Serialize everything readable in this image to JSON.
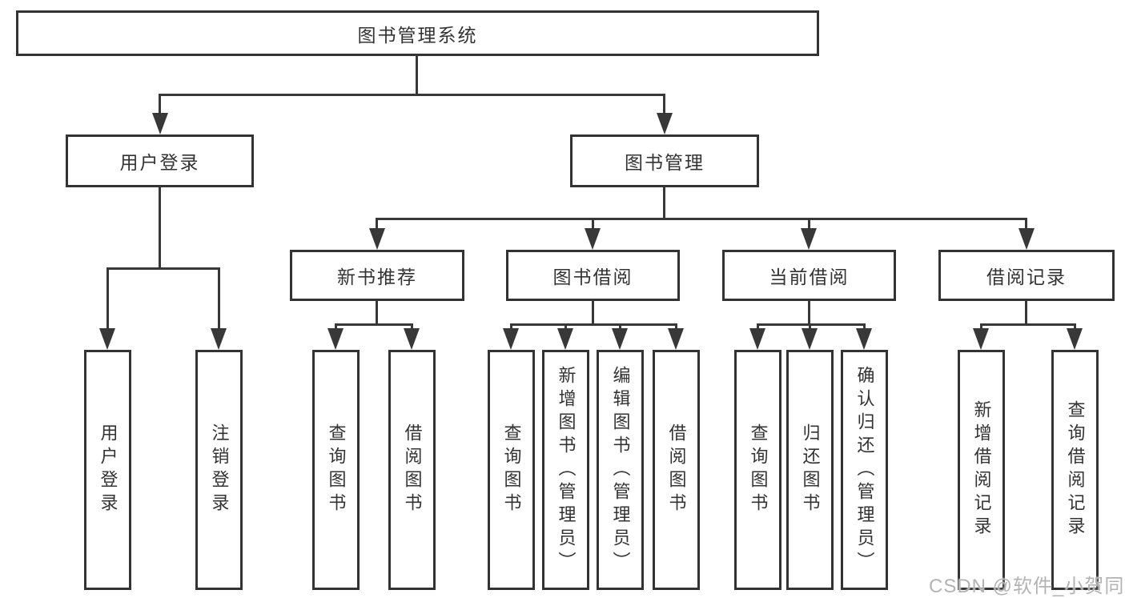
{
  "diagram": {
    "root": {
      "label": "图书管理系统"
    },
    "level2": [
      {
        "label": "用户登录",
        "leaves": [
          "用户登录",
          "注销登录"
        ]
      },
      {
        "label": "图书管理"
      }
    ],
    "level3": [
      {
        "label": "新书推荐",
        "leaves": [
          "查询图书",
          "借阅图书"
        ]
      },
      {
        "label": "图书借阅",
        "leaves": [
          "查询图书",
          "新增图书（管理员）",
          "编辑图书（管理员）",
          "借阅图书"
        ]
      },
      {
        "label": "当前借阅",
        "leaves": [
          "查询图书",
          "归还图书",
          "确认归还（管理员）"
        ]
      },
      {
        "label": "借阅记录",
        "leaves": [
          "新增借阅记录",
          "查询借阅记录"
        ]
      }
    ]
  },
  "watermark": {
    "text": "CSDN @软件_小贺同学",
    "color": "#b3b3b3"
  },
  "colors": {
    "line": "#383838",
    "border": "#333333",
    "text": "#333333",
    "background": "#ffffff"
  }
}
